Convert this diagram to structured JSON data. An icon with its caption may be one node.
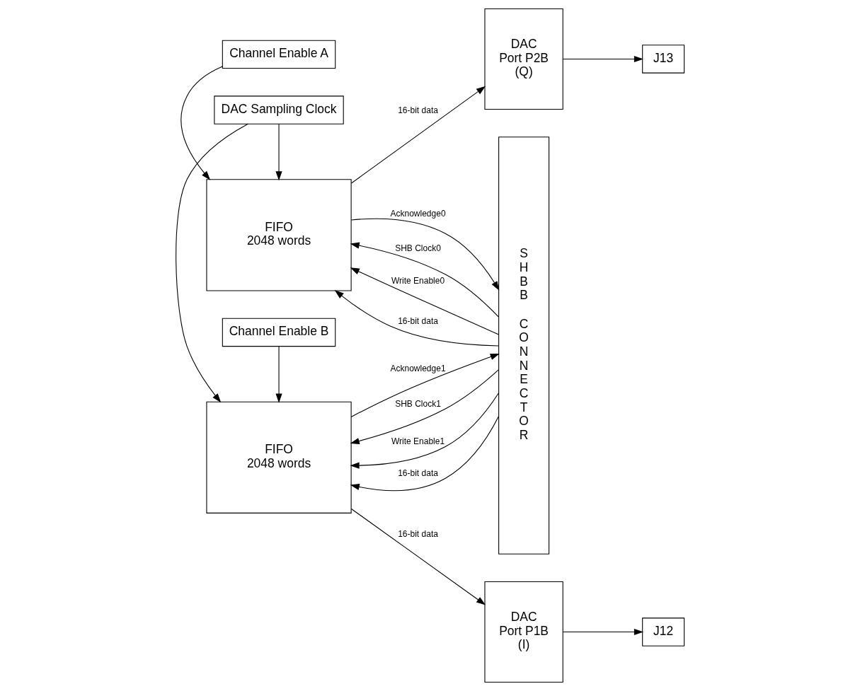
{
  "diagram": {
    "nodes": [
      {
        "text": [
          "Channel Enable A"
        ]
      },
      {
        "text": [
          "SHBB CONNECTOR"
        ]
      },
      {
        "text": [
          "FIFO",
          "2048 words"
        ]
      },
      {
        "text": [
          "DAC",
          "Port P2B",
          "(Q)"
        ]
      },
      {
        "text": [
          "J13"
        ]
      },
      {
        "text": [
          "DAC Sampling Clock"
        ]
      },
      {
        "text": [
          "FIFO",
          "2048 words"
        ]
      },
      {
        "text": [
          "DAC",
          "Port P1B",
          "(I)"
        ]
      },
      {
        "text": [
          "J12"
        ]
      },
      {
        "text": [
          "Channel Enable B"
        ]
      }
    ],
    "edges": [
      {
        "from": 0,
        "to": 2,
        "arrow": "to"
      },
      {
        "from": 2,
        "to": 1,
        "arrow": "to",
        "label": "Acknowledge0"
      },
      {
        "from": 1,
        "to": 2,
        "arrow": "to",
        "label": "SHB Clock0"
      },
      {
        "from": 1,
        "to": 2,
        "arrow": "to",
        "label": "Write Enable0"
      },
      {
        "from": 1,
        "to": 2,
        "arrow": "to",
        "label": "16-bit data"
      },
      {
        "from": 2,
        "to": 3,
        "arrow": "to",
        "label": "16-bit data"
      },
      {
        "from": 3,
        "to": 4,
        "arrow": "to"
      },
      {
        "from": 5,
        "to": 2,
        "arrow": "to"
      },
      {
        "from": 5,
        "to": 6,
        "arrow": "to"
      },
      {
        "from": 6,
        "to": 1,
        "arrow": "to",
        "label": "Acknowledge1"
      },
      {
        "from": 1,
        "to": 6,
        "arrow": "to",
        "label": "SHB Clock1"
      },
      {
        "from": 1,
        "to": 6,
        "arrow": "to",
        "label": "Write Enable1"
      },
      {
        "from": 1,
        "to": 6,
        "arrow": "to",
        "label": "16-bit data"
      },
      {
        "from": 6,
        "to": 7,
        "arrow": "to",
        "label": "16-bit data"
      },
      {
        "from": 7,
        "to": 8,
        "arrow": "to"
      },
      {
        "from": 9,
        "to": 6,
        "arrow": "to"
      }
    ]
  }
}
